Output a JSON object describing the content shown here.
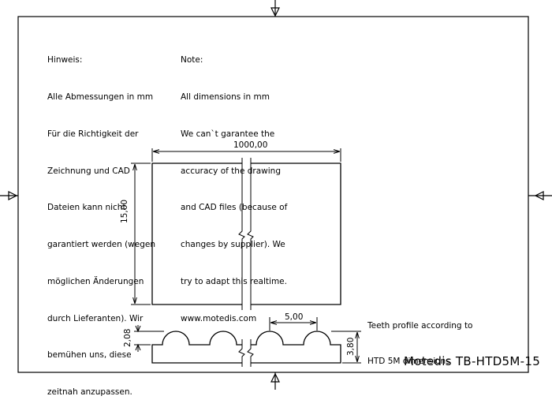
{
  "notes": {
    "german": {
      "heading": "Hinweis:",
      "lines": [
        "Alle Abmessungen in mm",
        "Für die Richtigkeit der",
        "Zeichnung und CAD",
        "Dateien kann nicht",
        "garantiert werden (wegen",
        "möglichen Änderungen",
        "durch Lieferanten). Wir",
        "bemühen uns, diese",
        "zeitnah anzupassen."
      ]
    },
    "english": {
      "heading": "Note:",
      "lines": [
        "All dimensions in mm",
        "We can`t garantee the",
        "accuracy of the drawing",
        "and CAD files (because of",
        "changes by supplier). We",
        "try to adapt this realtime.",
        "www.motedis.com"
      ]
    }
  },
  "dimensions": {
    "length": "1000,00",
    "width": "15,00",
    "pitch": "5,00",
    "tooth_height": "2,08",
    "total_height": "3,80"
  },
  "teeth_note": {
    "line1": "Teeth profile according to",
    "line2": "HTD 5M dimensions"
  },
  "title_block": "Motedis TB-HTD5M-15"
}
